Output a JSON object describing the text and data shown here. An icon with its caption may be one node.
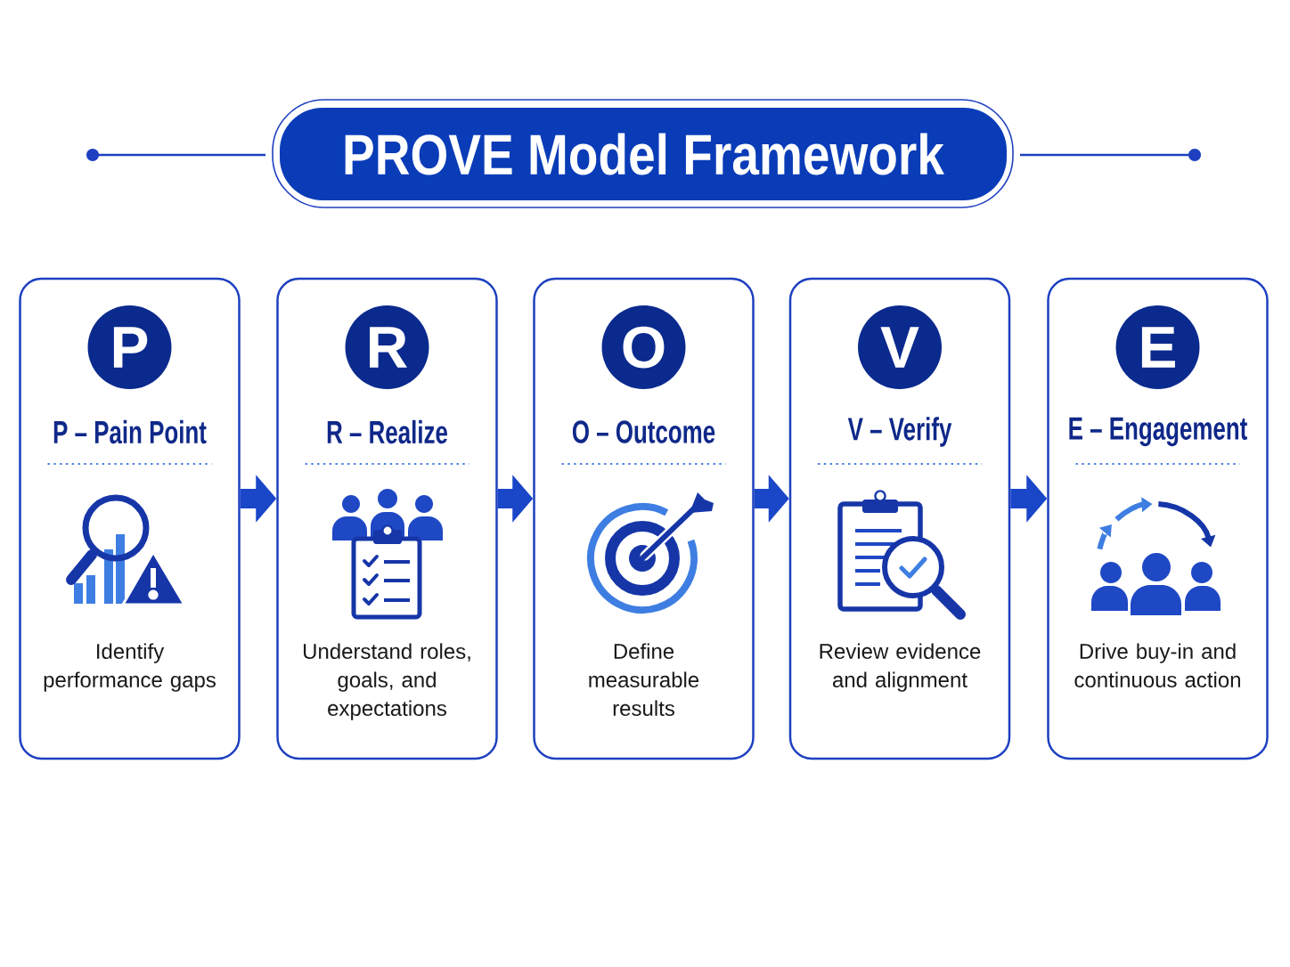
{
  "diagram": {
    "title": "PROVE Model Framework",
    "nodes": [
      {
        "text": [
          "P – Pain Point",
          "Identify performance gaps"
        ]
      },
      {
        "text": [
          "P"
        ],
        "in": 0
      },
      {
        "text": [
          "R – Realize",
          "Understand roles, goals, and expectations"
        ]
      },
      {
        "text": [
          "R"
        ],
        "in": 2
      },
      {
        "text": [
          "O – Outcome",
          "Define measurable results"
        ]
      },
      {
        "text": [
          "O"
        ],
        "in": 4
      },
      {
        "text": [
          "V – Verify",
          "Review evidence and alignment"
        ]
      },
      {
        "text": [
          "V"
        ],
        "in": 6
      },
      {
        "text": [
          "E – Engagement",
          "Drive buy-in and continuous action"
        ]
      },
      {
        "text": [
          "E"
        ],
        "in": 8
      }
    ],
    "edges": [
      {
        "from": 0,
        "to": 2,
        "arrow": "to"
      },
      {
        "from": 2,
        "to": 4,
        "arrow": "to"
      },
      {
        "from": 4,
        "to": 6,
        "arrow": "to"
      },
      {
        "from": 6,
        "to": 8,
        "arrow": "to"
      }
    ]
  }
}
